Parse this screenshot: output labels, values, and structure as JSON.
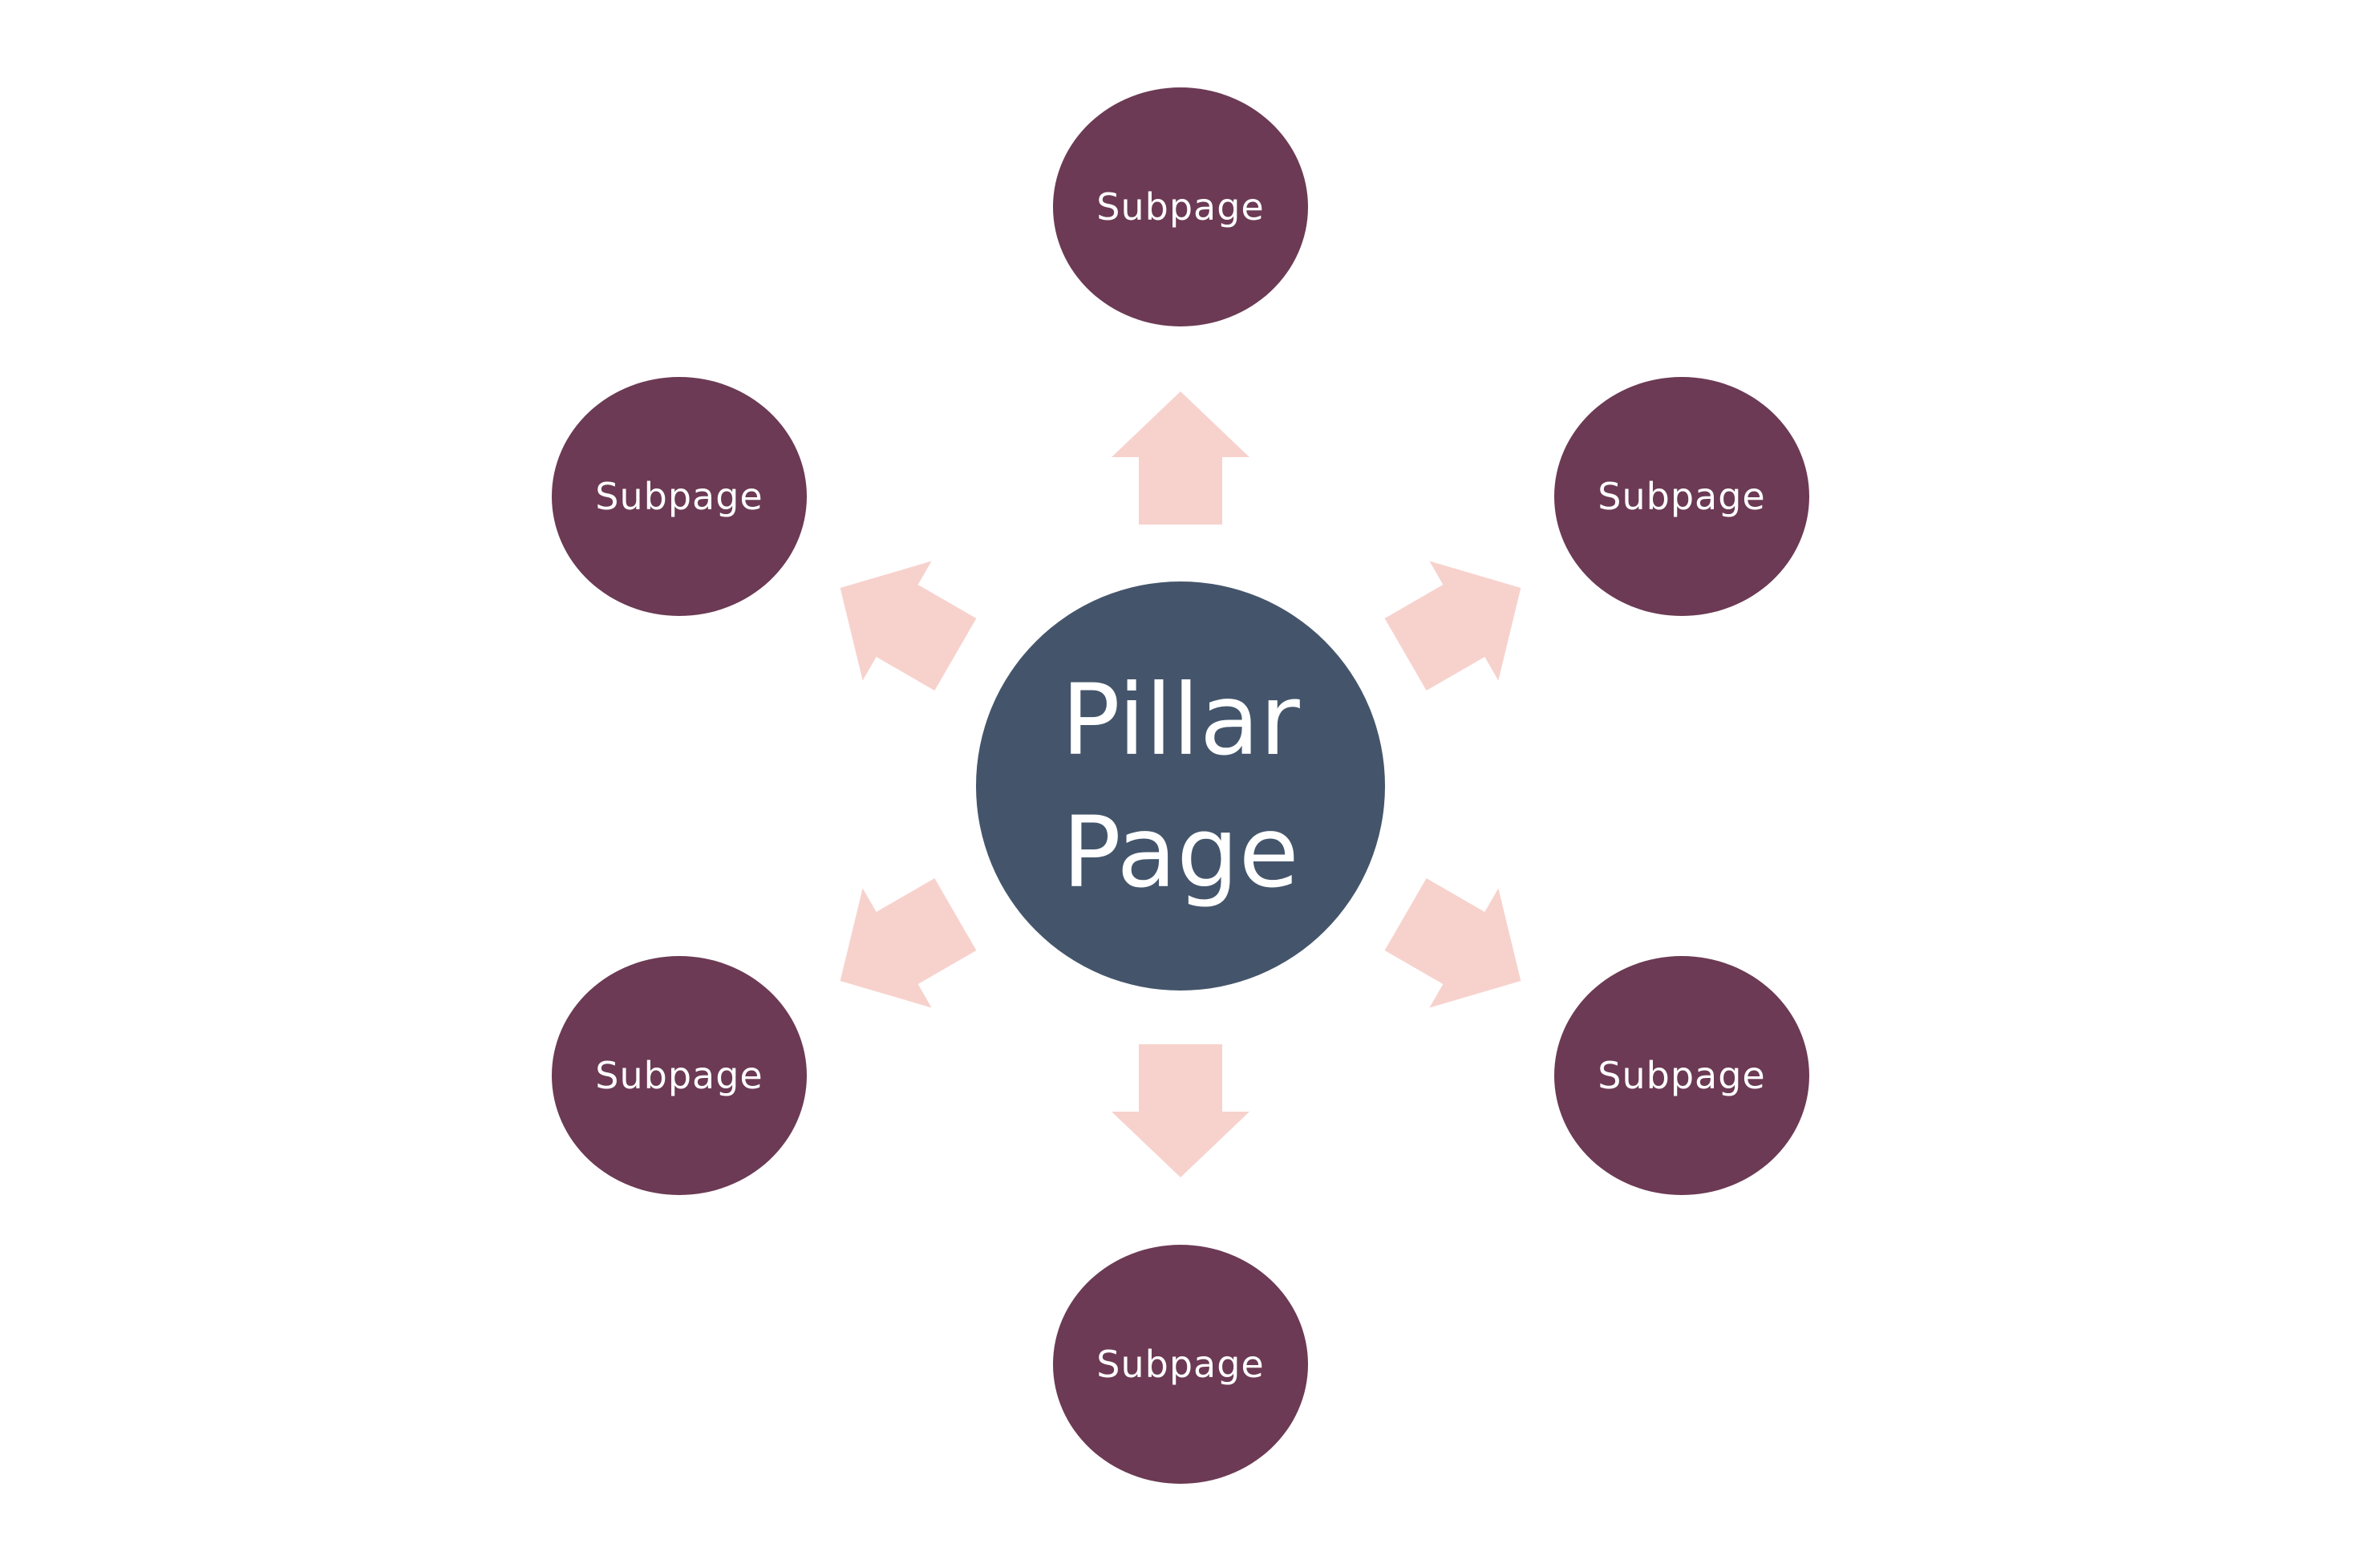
{
  "pillar": {
    "line1": "Pillar",
    "line2": "Page"
  },
  "subpages": [
    {
      "label": "Subpage"
    },
    {
      "label": "Subpage"
    },
    {
      "label": "Subpage"
    },
    {
      "label": "Subpage"
    },
    {
      "label": "Subpage"
    },
    {
      "label": "Subpage"
    }
  ],
  "colors": {
    "pillar_fill": "#44556b",
    "subpage_fill": "#6c3a54",
    "arrow_fill": "#f7d2cd",
    "text": "#ffffff"
  }
}
